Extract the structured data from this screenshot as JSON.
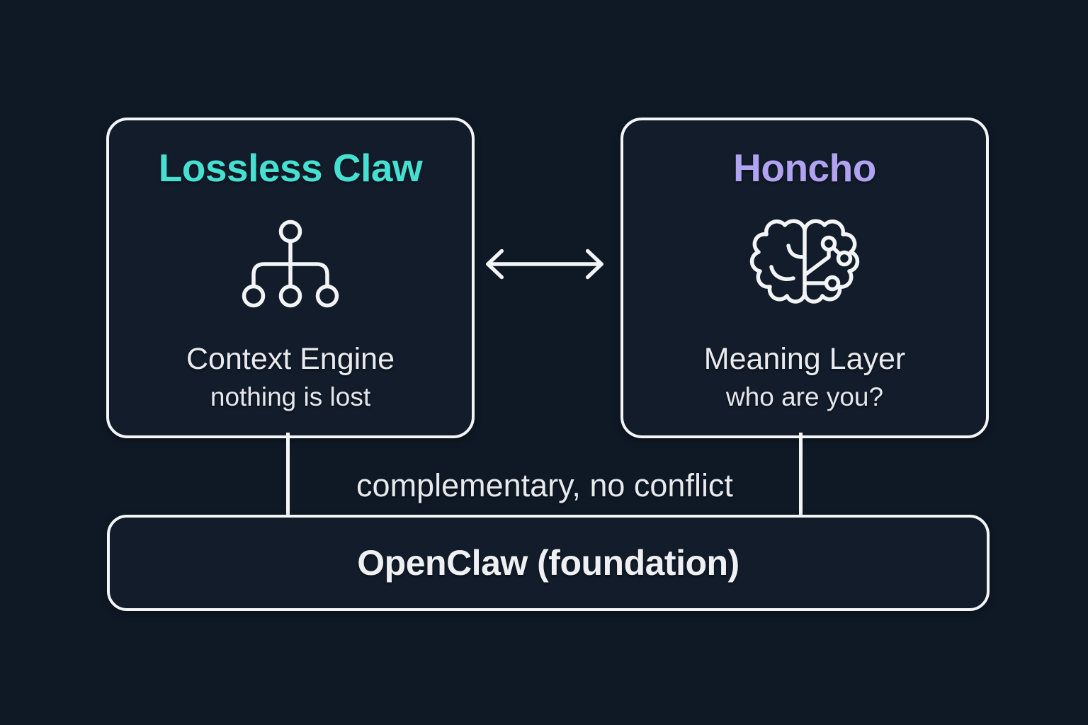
{
  "cards": [
    {
      "id": "lossless-claw",
      "title": "Lossless Claw",
      "title_color": "#45e0d2",
      "icon": "hierarchy-icon",
      "subtitle": "Context Engine",
      "tagline": "nothing is lost"
    },
    {
      "id": "honcho",
      "title": "Honcho",
      "title_color": "#b2a2f2",
      "icon": "brain-circuit-icon",
      "subtitle": "Meaning Layer",
      "tagline": "who are you?"
    }
  ],
  "relation_label": "complementary, no conflict",
  "foundation": {
    "label": "OpenClaw (foundation)"
  },
  "connectors": {
    "between_cards": "double-arrow-icon",
    "to_foundation": "vertical-lines"
  },
  "colors": {
    "background": "#0f1926",
    "card_background": "#121c2a",
    "border": "#f3f5f7",
    "accent_teal": "#45e0d2",
    "accent_purple": "#b2a2f2",
    "text": "#eceef2"
  }
}
